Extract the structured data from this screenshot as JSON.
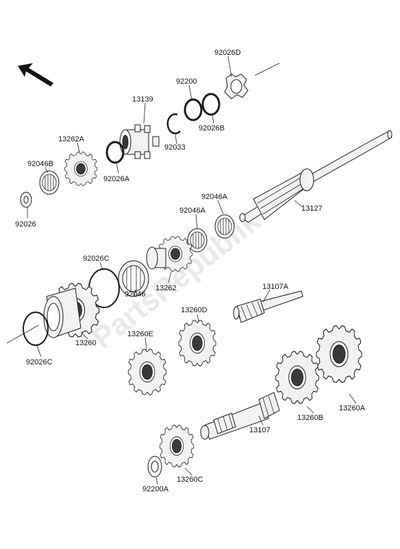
{
  "labels": {
    "p92026D": "92026D",
    "p92200": "92200",
    "p13139": "13139",
    "p92026B": "92026B",
    "p92033": "92033",
    "p13262A": "13262A",
    "p92046B": "92046B",
    "p92026A": "92026A",
    "p92026": "92026",
    "p92046A_1": "92046A",
    "p92046A_2": "92046A",
    "p13127": "13127",
    "p92026C_1": "92026C",
    "p13262": "13262",
    "p92046": "92046",
    "p13107A": "13107A",
    "p13260D": "13260D",
    "p13260": "13260",
    "p92026C_2": "92026C",
    "p13260E": "13260E",
    "p13260A": "13260A",
    "p13260B": "13260B",
    "p13107": "13107",
    "p92200A": "92200A",
    "p13260C": "13260C"
  },
  "watermark": "PartsRepublik",
  "colors": {
    "ink": "#1a1a1a",
    "fill": "#f2f2f2",
    "watermark": "#d9d9d9"
  }
}
